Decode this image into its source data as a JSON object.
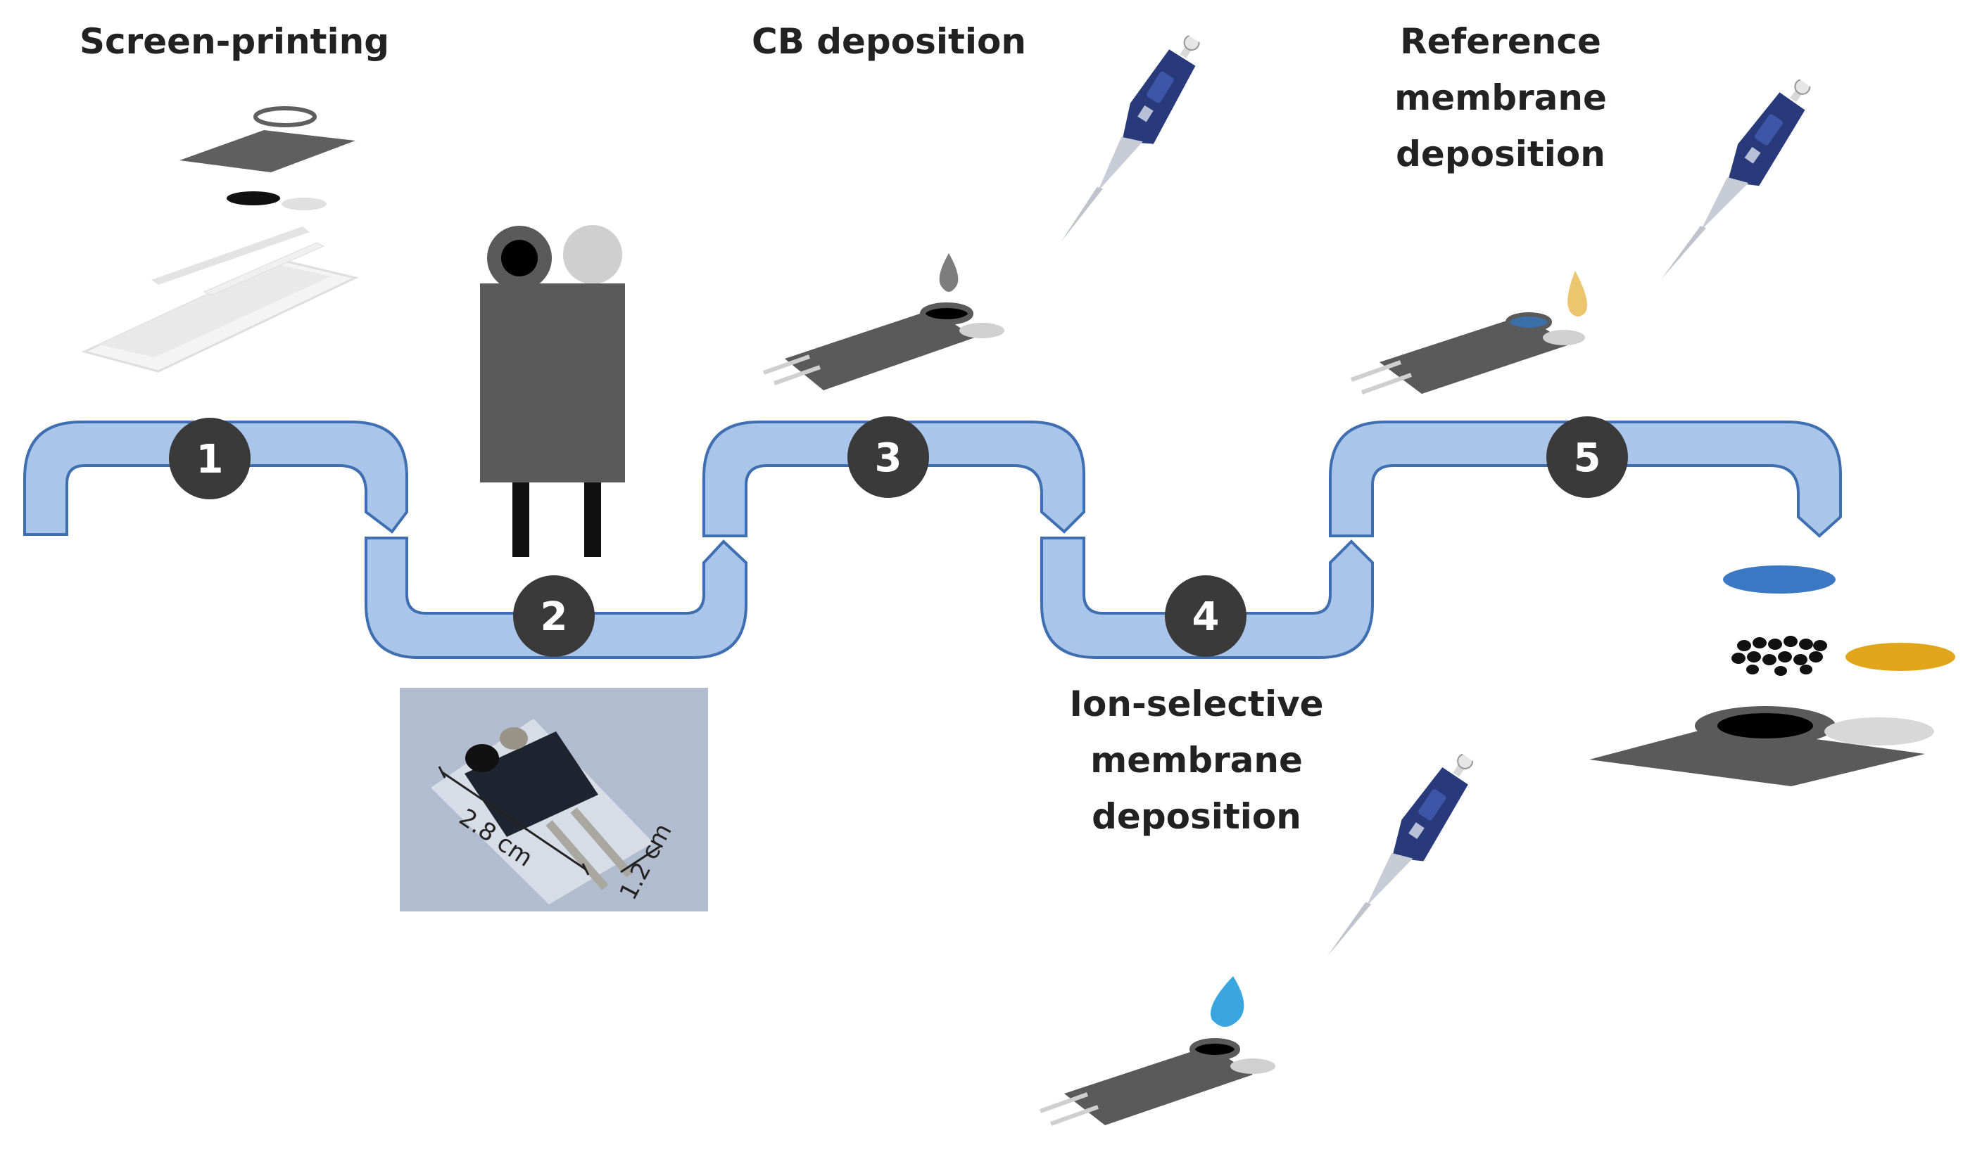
{
  "steps": [
    {
      "number": "1",
      "title": "Screen-printing"
    },
    {
      "number": "2",
      "title": ""
    },
    {
      "number": "3",
      "title": "CB deposition"
    },
    {
      "number": "4",
      "title": "Ion-selective membrane deposition"
    },
    {
      "number": "5",
      "title": "Reference membrane deposition"
    }
  ],
  "labels": {
    "step1": "Screen-printing",
    "step3": "CB deposition",
    "step4_line1": "Ion-selective",
    "step4_line2": "membrane",
    "step4_line3": "deposition",
    "step5_line1": "Reference",
    "step5_line2": "membrane",
    "step5_line3": "deposition"
  },
  "photo": {
    "length_label": "2.8 cm",
    "width_label": "1.2 cm"
  },
  "colors": {
    "arrow_fill": "#a9c6ea",
    "arrow_stroke": "#3f6fb0",
    "badge": "#3a3a3a",
    "electrode_dark": "#5a5a5a",
    "electrode_light": "#cfcfcf",
    "ism_drop": "#3aa6e0",
    "ref_drop": "#e6b84a",
    "cb_drop": "#7d7d7d",
    "pipette_body": "#283a7a"
  },
  "icons": [
    "pipette-icon",
    "droplet-icon",
    "electrode-icon",
    "membrane-disc-icon"
  ]
}
